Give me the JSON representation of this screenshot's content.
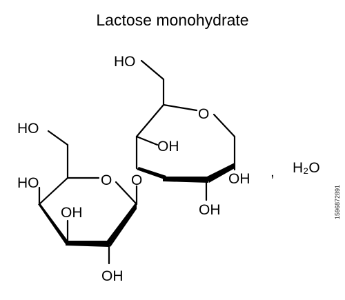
{
  "title": "Lactose monohydrate",
  "labels": {
    "ho_top": "HO",
    "o_ring_glucose": "O",
    "oh_glucose_upper": "OH",
    "oh_glucose_right": "OH",
    "oh_glucose_bottom": "OH",
    "comma": ",",
    "water": "H₂O",
    "ho_left_top": "HO",
    "o_glycosidic": "O",
    "ho_left_mid": "HO",
    "o_ring_galactose": "O",
    "oh_galactose_inner": "OH",
    "oh_galactose_bottom": "OH"
  },
  "watermark_id": "1596872891"
}
